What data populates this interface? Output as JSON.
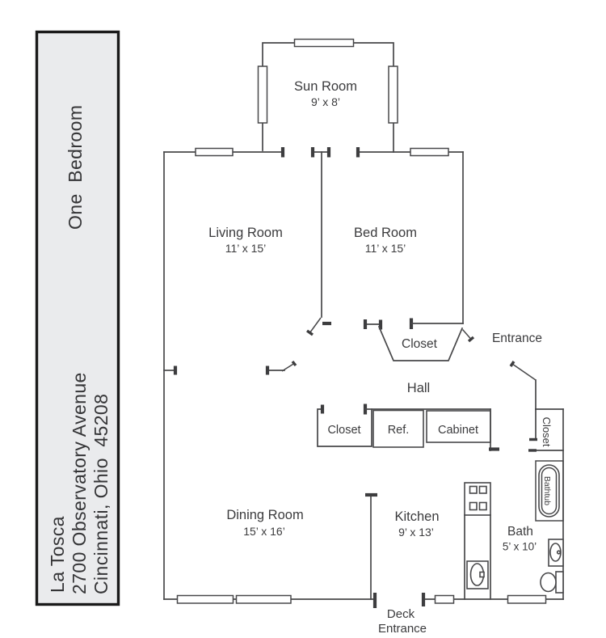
{
  "sidebar": {
    "unit_type": "One  Bedroom",
    "property_name": "La Tosca",
    "address_street": "2700 Observatory Avenue",
    "address_city": "Cincinnati, Ohio  45208"
  },
  "floor_plan": {
    "sun_room": {
      "label": "Sun Room",
      "dims": "9’ x 8’"
    },
    "living_room": {
      "label": "Living Room",
      "dims": "11’ x 15’"
    },
    "bed_room": {
      "label": "Bed Room",
      "dims": "11’ x 15’"
    },
    "bedroom_closet_label": "Closet",
    "entrance_label": "Entrance",
    "hall_label": "Hall",
    "hall_closet_label": "Closet",
    "ref_label": "Ref.",
    "cabinet_label": "Cabinet",
    "bath_closet_label": "Closet",
    "bathtub_label": "Bathtub",
    "bath": {
      "label": "Bath",
      "dims": "5’ x 10’"
    },
    "kitchen": {
      "label": "Kitchen",
      "dims": "9’ x 13’"
    },
    "dining_room": {
      "label": "Dining Room",
      "dims": "15’ x 16’"
    },
    "deck_entrance": {
      "line1": "Deck",
      "line2": "Entrance"
    }
  },
  "colors": {
    "background": "#ffffff",
    "wall_line": "#48484a",
    "text": "#3b3b3d",
    "sidebar_fill": "#eaebed",
    "sidebar_border": "#1a1a1a"
  }
}
